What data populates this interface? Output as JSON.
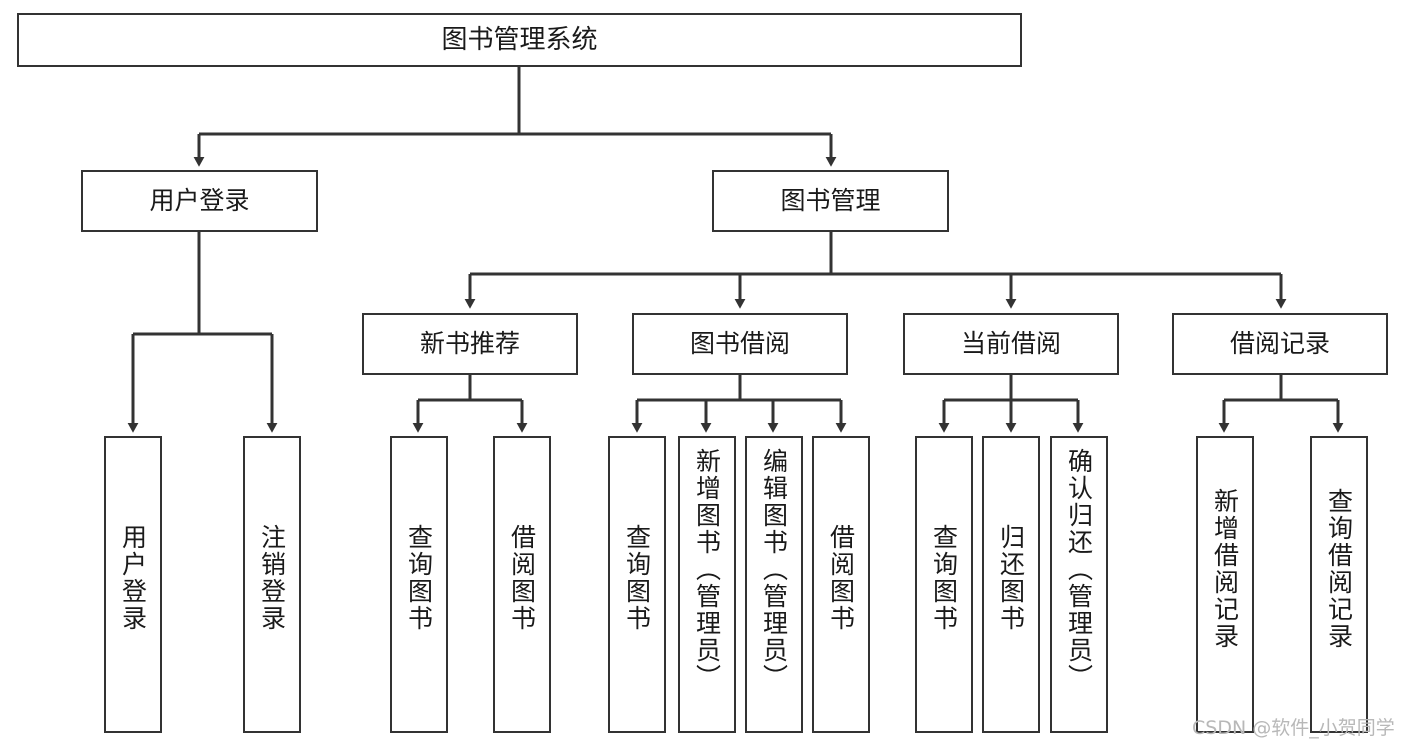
{
  "diagram": {
    "type": "tree",
    "title": "图书管理系统",
    "stroke_color": "#333333",
    "text_color": "#1a1a1a",
    "background": "#ffffff",
    "nodes": {
      "root": {
        "label": "图书管理系统"
      },
      "level2": [
        {
          "id": "user-login",
          "label": "用户登录"
        },
        {
          "id": "book-manage",
          "label": "图书管理"
        }
      ],
      "level3": [
        {
          "id": "new-book-recommend",
          "label": "新书推荐"
        },
        {
          "id": "book-borrow",
          "label": "图书借阅"
        },
        {
          "id": "current-borrow",
          "label": "当前借阅"
        },
        {
          "id": "borrow-record",
          "label": "借阅记录"
        }
      ],
      "leaves": [
        {
          "id": "leaf-user-login",
          "label": "用户登录"
        },
        {
          "id": "leaf-logout-login",
          "label": "注销登录"
        },
        {
          "id": "leaf-query-book-1",
          "label": "查询图书"
        },
        {
          "id": "leaf-borrow-book-1",
          "label": "借阅图书"
        },
        {
          "id": "leaf-query-book-2",
          "label": "查询图书"
        },
        {
          "id": "leaf-add-book",
          "label": "新增图书（管理员）"
        },
        {
          "id": "leaf-edit-book",
          "label": "编辑图书（管理员）"
        },
        {
          "id": "leaf-borrow-book-2",
          "label": "借阅图书"
        },
        {
          "id": "leaf-query-book-3",
          "label": "查询图书"
        },
        {
          "id": "leaf-return-book",
          "label": "归还图书"
        },
        {
          "id": "leaf-confirm-return",
          "label": "确认归还（管理员）"
        },
        {
          "id": "leaf-add-record",
          "label": "新增借阅记录"
        },
        {
          "id": "leaf-query-record",
          "label": "查询借阅记录"
        }
      ]
    }
  },
  "watermark": {
    "text": "CSDN @软件_小贺同学",
    "color": "#b8b8b8"
  }
}
